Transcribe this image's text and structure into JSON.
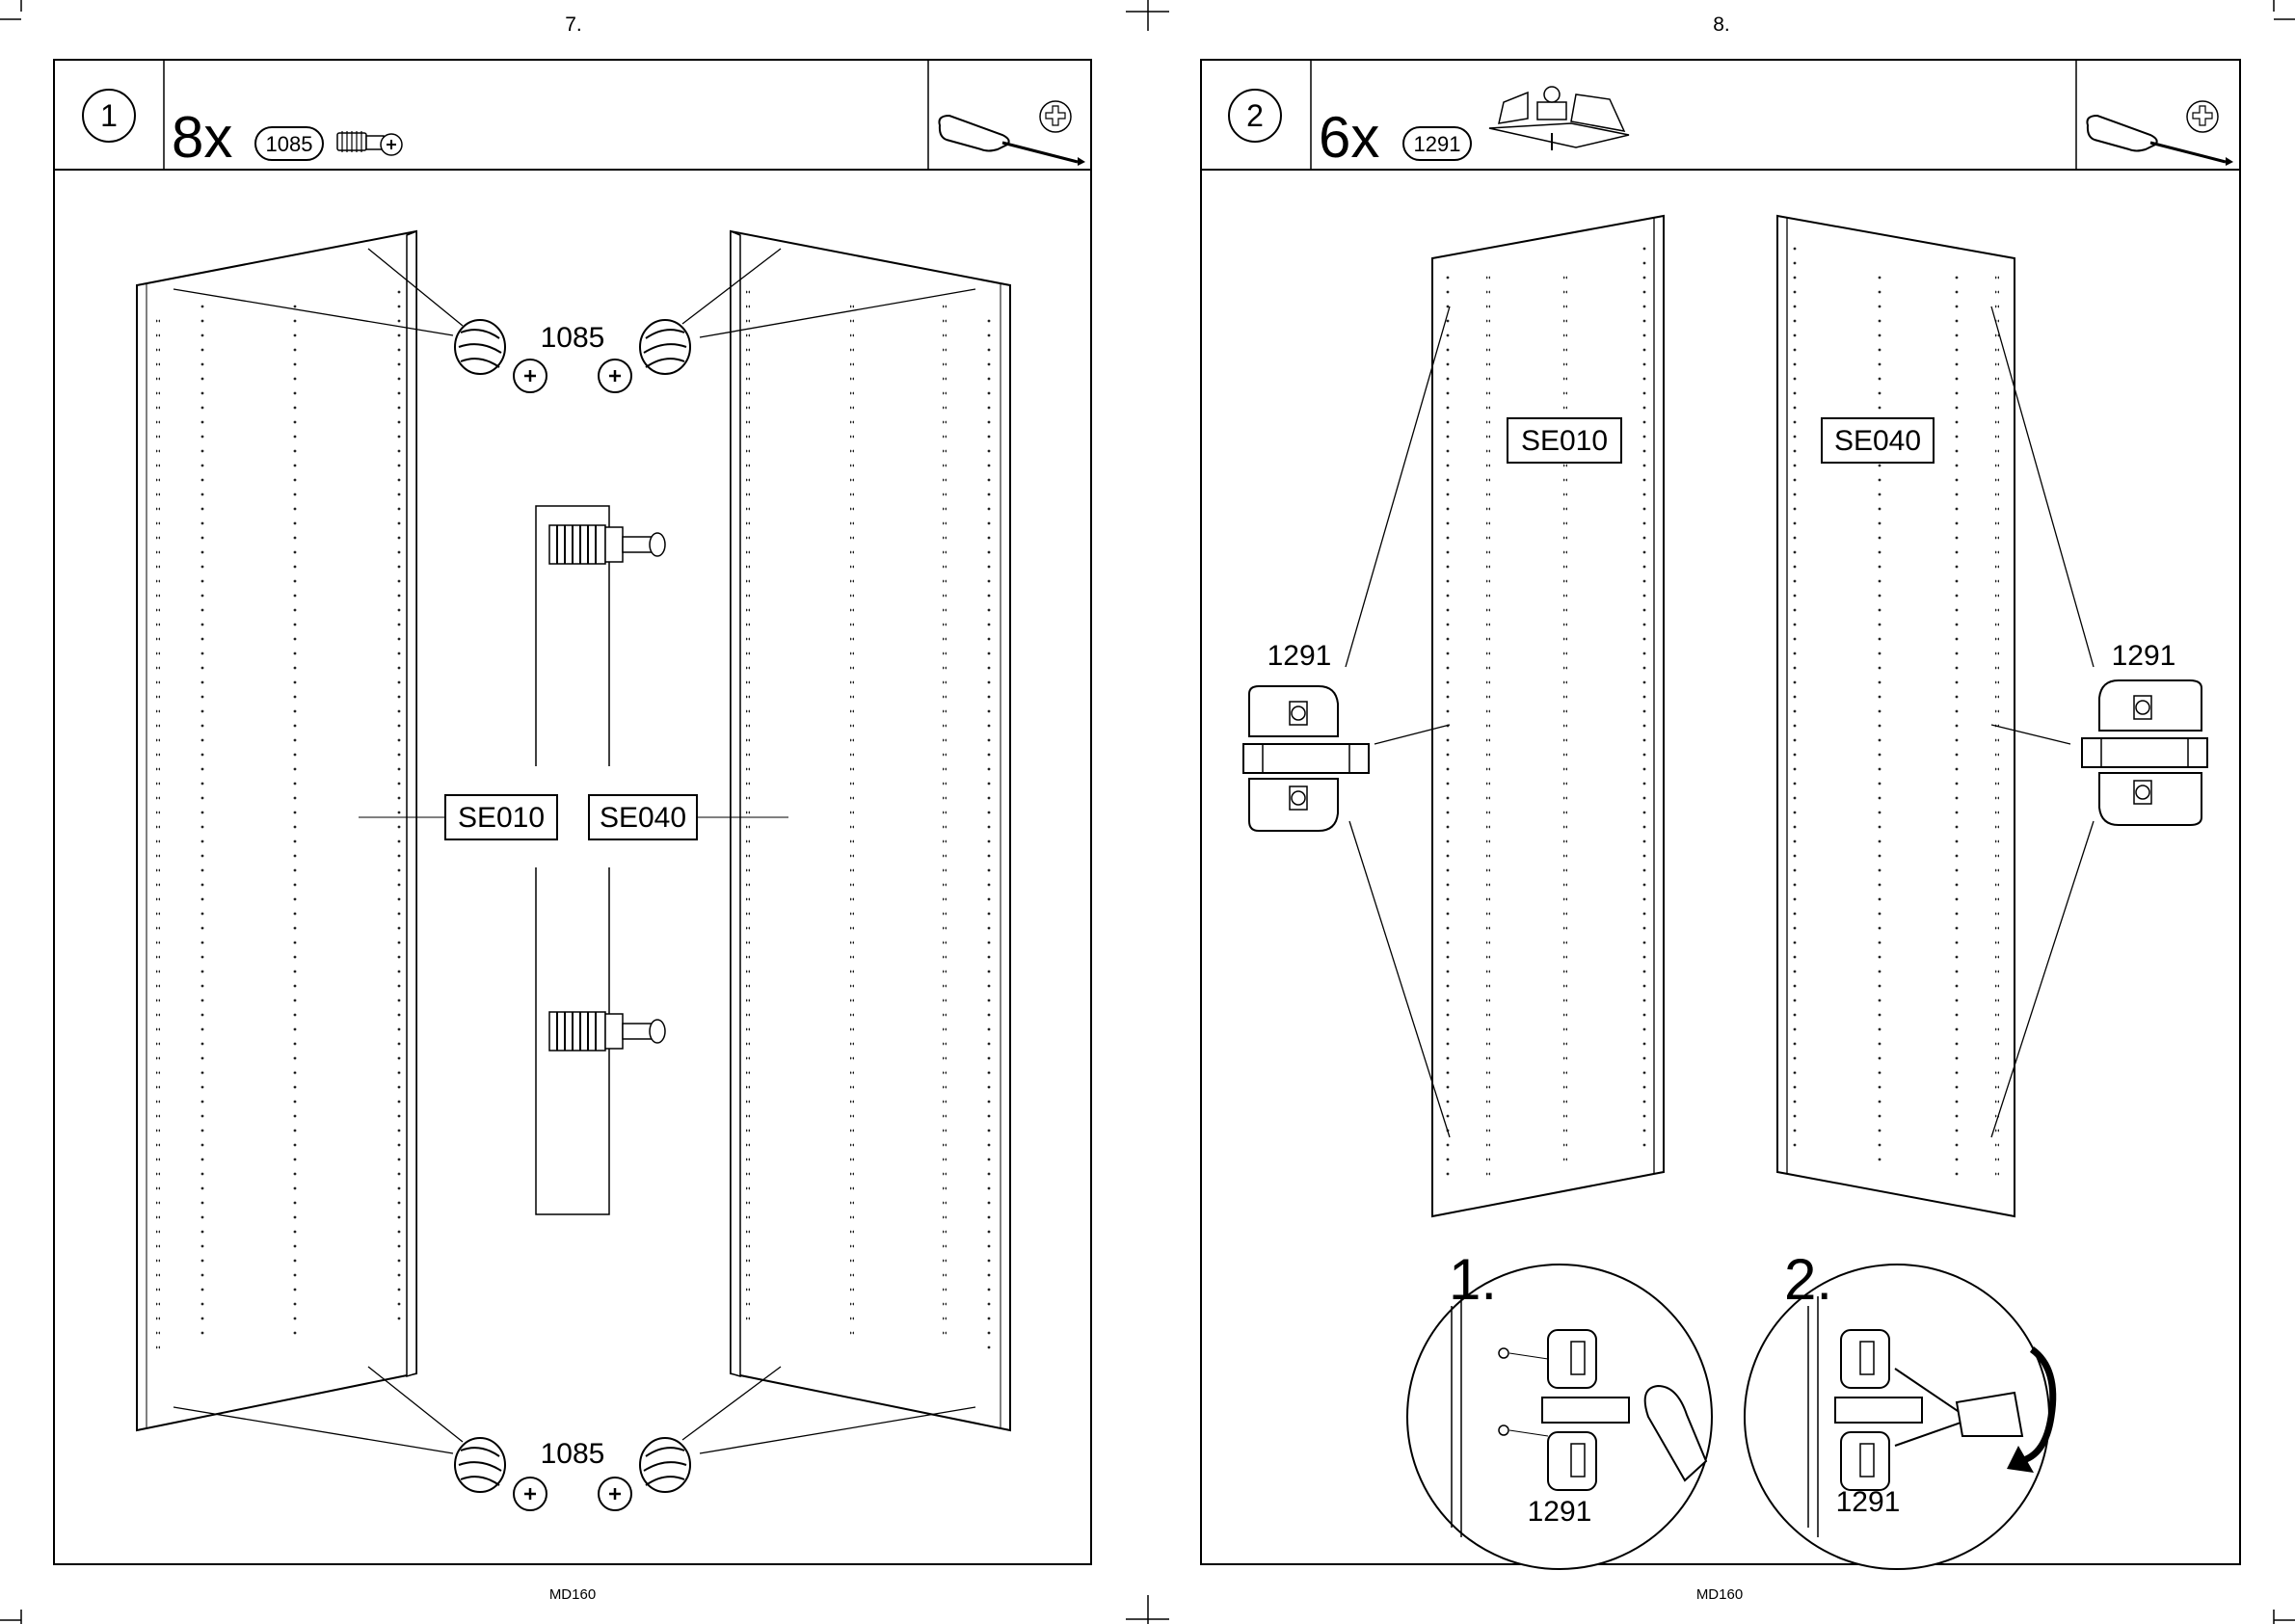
{
  "pages": [
    {
      "page_number": "7.",
      "footer": "MD160",
      "step": "1",
      "qty": "8x",
      "part_id": "1085",
      "callout_top": "1085",
      "callout_bottom": "1085",
      "panel_left": "SE010",
      "panel_right": "SE040"
    },
    {
      "page_number": "8.",
      "footer": "MD160",
      "step": "2",
      "qty": "6x",
      "part_id": "1291",
      "callout_left": "1291",
      "callout_right": "1291",
      "panel_left": "SE010",
      "panel_right": "SE040",
      "substep_1": "1.",
      "substep_2": "2.",
      "detail_1_label": "1291",
      "detail_2_label": "1291"
    }
  ],
  "icons": {
    "tool": "screwdriver-icon",
    "tool_head": "phillips-cross-icon"
  }
}
